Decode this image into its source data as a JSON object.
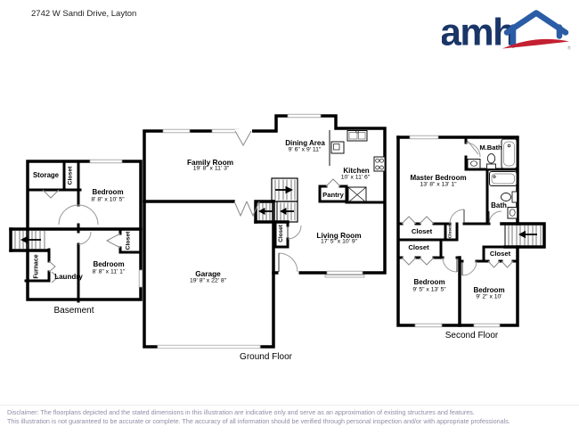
{
  "header": {
    "address": "2742 W Sandi Drive, Layton",
    "logo_text": "amh"
  },
  "colors": {
    "wall": "#000000",
    "logo_navy": "#1a3668",
    "logo_blue": "#2b5ca6",
    "logo_red": "#c32032",
    "disclaimer_text": "#8f8da7"
  },
  "floors": {
    "basement": {
      "label": "Basement",
      "rooms": {
        "storage": {
          "name": "Storage"
        },
        "closet_top": {
          "name": "Closet"
        },
        "bedroom1": {
          "name": "Bedroom",
          "dims": "8' 8\" x 10' 5\""
        },
        "bedroom2": {
          "name": "Bedroom",
          "dims": "8' 8\" x 11' 1\""
        },
        "furnace": {
          "name": "Furnace"
        },
        "laundry": {
          "name": "Laundry"
        },
        "closet_side": {
          "name": "Closet"
        }
      }
    },
    "ground": {
      "label": "Ground Floor",
      "rooms": {
        "family": {
          "name": "Family Room",
          "dims": "19' 8\" x 11' 3\""
        },
        "dining": {
          "name": "Dining Area",
          "dims": "9' 6\" x 9' 11\""
        },
        "kitchen": {
          "name": "Kitchen",
          "dims": "10' x 11' 6\""
        },
        "pantry": {
          "name": "Pantry"
        },
        "living": {
          "name": "Living Room",
          "dims": "17' 5\" x 10' 9\""
        },
        "garage": {
          "name": "Garage",
          "dims": "19' 8\" x 22' 8\""
        },
        "closet": {
          "name": "Closet"
        }
      }
    },
    "second": {
      "label": "Second Floor",
      "rooms": {
        "master": {
          "name": "Master Bedroom",
          "dims": "13' 8\" x 13' 1\""
        },
        "mbath": {
          "name": "M.Bath"
        },
        "bath": {
          "name": "Bath"
        },
        "closet_master": {
          "name": "Closet"
        },
        "closet_hall_small": {
          "name": "Closet"
        },
        "closet_left": {
          "name": "Closet"
        },
        "closet_right": {
          "name": "Closet"
        },
        "bedroom3": {
          "name": "Bedroom",
          "dims": "9' 5\" x 13' 5\""
        },
        "bedroom4": {
          "name": "Bedroom",
          "dims": "9' 2\" x 10'"
        }
      }
    }
  },
  "footer": {
    "disclaimer_line1": "Disclaimer: The floorplans depicted and the stated dimensions in this illustration are indicative only and serve as an approximation of existing structures and features.",
    "disclaimer_line2": "This illustration is not guaranteed to be accurate or complete. The accuracy of all information should be verified through personal inspection and/or with appropriate professionals."
  }
}
